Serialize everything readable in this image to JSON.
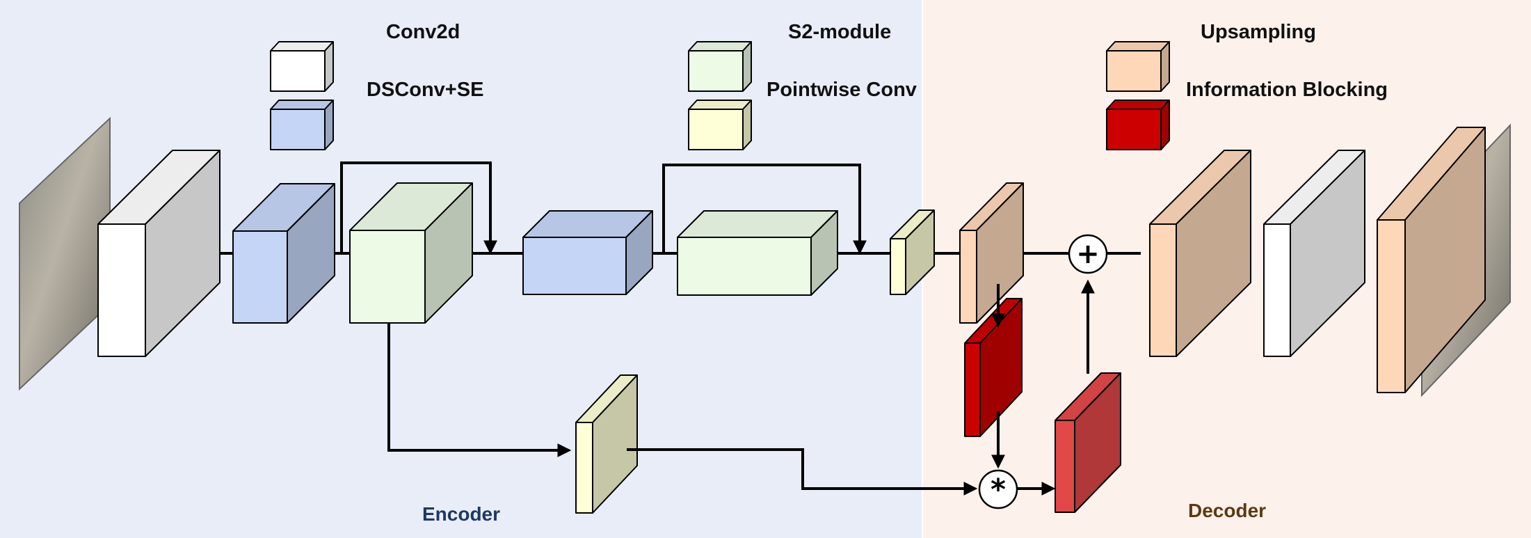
{
  "legend": [
    {
      "key": "conv2d",
      "label": "Conv2d",
      "color": "#ffffff"
    },
    {
      "key": "dsconv_se",
      "label": "DSConv+SE",
      "color": "#c4d5f5"
    },
    {
      "key": "s2_module",
      "label": "S2-module",
      "color": "#ecfae6"
    },
    {
      "key": "pointwise",
      "label": "Pointwise Conv",
      "color": "#feffd6"
    },
    {
      "key": "upsampling",
      "label": "Upsampling",
      "color": "#fdd7b8"
    },
    {
      "key": "info_block",
      "label": "Information Blocking",
      "color": "#cc0000"
    }
  ],
  "sections": {
    "encoder": {
      "label": "Encoder",
      "color": "#1f3864",
      "background": "#e8edf8"
    },
    "decoder": {
      "label": "Decoder",
      "color": "#5c3a10",
      "background": "#fdf1ec"
    }
  },
  "operators": {
    "add": "+",
    "multiply": "*"
  },
  "colors": {
    "info_block_output": "#e24848"
  },
  "images": {
    "input": "input-portrait-photo",
    "output": "segmented-portrait-output"
  }
}
